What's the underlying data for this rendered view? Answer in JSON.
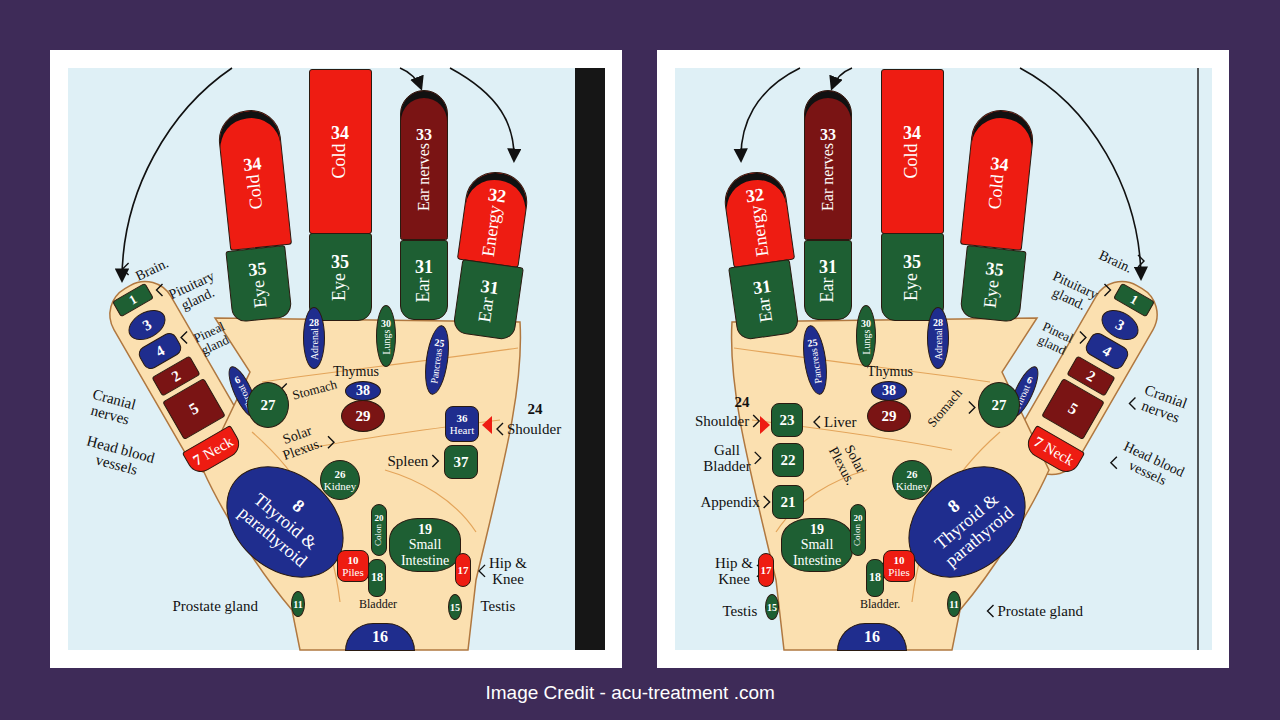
{
  "diagram": {
    "caption": "Image Credit - acu-treatment .com",
    "nodes": [
      {
        "text": [
          "34",
          "Cold"
        ]
      },
      {
        "text": [
          "35",
          "Eye"
        ]
      },
      {
        "text": [
          "34",
          "Cold"
        ]
      },
      {
        "text": [
          "35",
          "Eye"
        ]
      },
      {
        "text": [
          "33",
          "Ear nerves"
        ]
      },
      {
        "text": [
          "31",
          "Ear"
        ]
      },
      {
        "text": [
          "32",
          "Energy"
        ]
      },
      {
        "text": [
          "31",
          "Ear"
        ]
      },
      {
        "text": [
          "28",
          "Adrenal"
        ]
      },
      {
        "text": [
          "30",
          "Lungs"
        ]
      },
      {
        "text": [
          "25",
          "Pancreas"
        ]
      },
      {
        "text": [
          "1"
        ]
      },
      {
        "text": [
          "3"
        ]
      },
      {
        "text": [
          "4"
        ]
      },
      {
        "text": [
          "2"
        ]
      },
      {
        "text": [
          "5"
        ]
      },
      {
        "text": [
          "7",
          "Neck"
        ]
      },
      {
        "text": [
          "6",
          "Throat"
        ]
      },
      {
        "text": [
          "27"
        ]
      },
      {
        "text": [
          "38"
        ]
      },
      {
        "text": [
          "29"
        ]
      },
      {
        "text": [
          "36",
          "Heart"
        ]
      },
      {
        "text": [
          "26",
          "Kidney"
        ]
      },
      {
        "text": [
          "37"
        ]
      },
      {
        "text": [
          "8",
          "Thyroid & parathyroid"
        ]
      },
      {
        "text": [
          "10",
          "Piles"
        ]
      },
      {
        "text": [
          "20",
          "Colon"
        ]
      },
      {
        "text": [
          "18"
        ]
      },
      {
        "text": [
          "19",
          "Small Intestine"
        ]
      },
      {
        "text": [
          "17"
        ]
      },
      {
        "text": [
          "11"
        ]
      },
      {
        "text": [
          "15"
        ]
      },
      {
        "text": [
          "16"
        ]
      },
      {
        "text": [
          "32",
          "Energy"
        ]
      },
      {
        "text": [
          "31",
          "Ear"
        ]
      },
      {
        "text": [
          "33",
          "Ear nerves"
        ]
      },
      {
        "text": [
          "31",
          "Ear"
        ]
      },
      {
        "text": [
          "34",
          "Cold"
        ]
      },
      {
        "text": [
          "35",
          "Eye"
        ]
      },
      {
        "text": [
          "34",
          "Cold"
        ]
      },
      {
        "text": [
          "35",
          "Eye"
        ]
      },
      {
        "text": [
          "25",
          "Pancreas"
        ]
      },
      {
        "text": [
          "30",
          "Lungs"
        ]
      },
      {
        "text": [
          "28",
          "Adrenal"
        ]
      },
      {
        "text": [
          "1"
        ]
      },
      {
        "text": [
          "3"
        ]
      },
      {
        "text": [
          "4"
        ]
      },
      {
        "text": [
          "2"
        ]
      },
      {
        "text": [
          "5"
        ]
      },
      {
        "text": [
          "7",
          "Neck"
        ]
      },
      {
        "text": [
          "6",
          "Throat"
        ]
      },
      {
        "text": [
          "38"
        ]
      },
      {
        "text": [
          "29"
        ]
      },
      {
        "text": [
          "27"
        ]
      },
      {
        "text": [
          "23"
        ]
      },
      {
        "text": [
          "22"
        ]
      },
      {
        "text": [
          "21"
        ]
      },
      {
        "text": [
          "26",
          "Kidney"
        ]
      },
      {
        "text": [
          "8",
          "Thyroid & parathyroid"
        ]
      },
      {
        "text": [
          "19",
          "Small Intestine"
        ]
      },
      {
        "text": [
          "20",
          "Colon"
        ]
      },
      {
        "text": [
          "18"
        ]
      },
      {
        "text": [
          "10",
          "Piles"
        ]
      },
      {
        "text": [
          "17"
        ]
      },
      {
        "text": [
          "15"
        ]
      },
      {
        "text": [
          "11"
        ]
      },
      {
        "text": [
          "16"
        ]
      }
    ],
    "labels": [
      "Brain.",
      "Pituitary gland.",
      "Pineal gland",
      "Cranial nerves",
      "Head blood vessels",
      "Thymus",
      "Stomach",
      "Solar Plexus.",
      "Spleen",
      "24",
      "Shoulder",
      "Hip & Knee",
      "Bladder",
      "Prostate gland",
      "Testis",
      "24",
      "Shoulder",
      "Gall Bladder",
      "Appendix",
      "Liver",
      "Thymus",
      "Solar Plexus.",
      "Stomach",
      "Hip & Knee",
      "Testis",
      "Bladder.",
      "Prostate gland",
      "Brain.",
      "Pituitary gland.",
      "Pineal gland",
      "Cranial nerves",
      "Head blood vessels"
    ]
  }
}
